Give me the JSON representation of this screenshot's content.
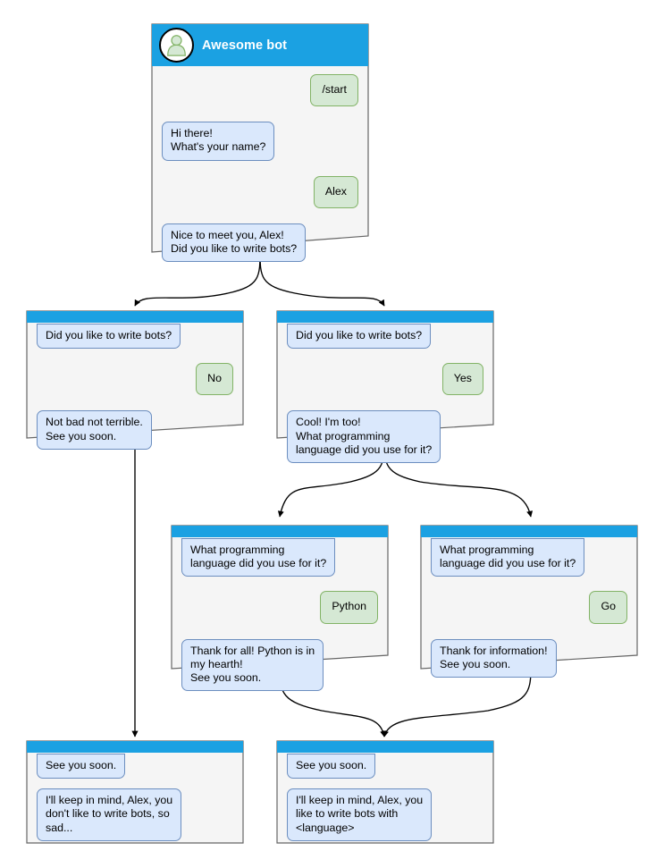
{
  "diagram": {
    "title": "Awesome bot chatbot conversation flow",
    "type": "flowchart",
    "colors": {
      "header_blue": "#1ba1e2",
      "panel_bg": "#f5f5f5",
      "panel_border": "#666666",
      "bot_bubble_fill": "#dae8fc",
      "bot_bubble_border": "#6c8ebf",
      "user_bubble_fill": "#d5e8d4",
      "user_bubble_border": "#82b366",
      "edge": "#000000",
      "avatar_ring": "#000000",
      "avatar_glyph": "#d5e8d4"
    }
  },
  "nodes": {
    "root": {
      "header_title": "Awesome bot",
      "avatar_icon": "user-avatar-icon",
      "messages": [
        {
          "side": "user",
          "text": "/start"
        },
        {
          "side": "bot",
          "text": "Hi there!\nWhat's your name?"
        },
        {
          "side": "user",
          "text": "Alex"
        },
        {
          "side": "bot",
          "text": "Nice to meet you, Alex!\nDid you like to write bots?"
        }
      ]
    },
    "no_branch": {
      "messages": [
        {
          "side": "bot",
          "text": "Did you like to write bots?"
        },
        {
          "side": "user",
          "text": "No"
        },
        {
          "side": "bot",
          "text": "Not bad not terrible.\nSee you soon."
        }
      ]
    },
    "yes_branch": {
      "messages": [
        {
          "side": "bot",
          "text": "Did you like to write bots?"
        },
        {
          "side": "user",
          "text": "Yes"
        },
        {
          "side": "bot",
          "text": "Cool! I'm too!\nWhat programming\nlanguage did you use for it?"
        }
      ]
    },
    "python_branch": {
      "messages": [
        {
          "side": "bot",
          "text": "What programming\nlanguage did you use for it?"
        },
        {
          "side": "user",
          "text": "Python"
        },
        {
          "side": "bot",
          "text": "Thank for all! Python is in\nmy hearth!\nSee you soon."
        }
      ]
    },
    "go_branch": {
      "messages": [
        {
          "side": "bot",
          "text": "What programming\nlanguage did you use for it?"
        },
        {
          "side": "user",
          "text": "Go"
        },
        {
          "side": "bot",
          "text": "Thank for information!\nSee you soon."
        }
      ]
    },
    "end_sad": {
      "messages": [
        {
          "side": "bot",
          "text": "See you soon."
        },
        {
          "side": "bot",
          "text": "I'll keep in mind, Alex, you\ndon't like to write bots, so\nsad..."
        }
      ]
    },
    "end_happy": {
      "messages": [
        {
          "side": "bot",
          "text": "See you soon."
        },
        {
          "side": "bot",
          "text": "I'll keep in mind, Alex, you\nlike to write bots with\n<language>"
        }
      ]
    }
  }
}
